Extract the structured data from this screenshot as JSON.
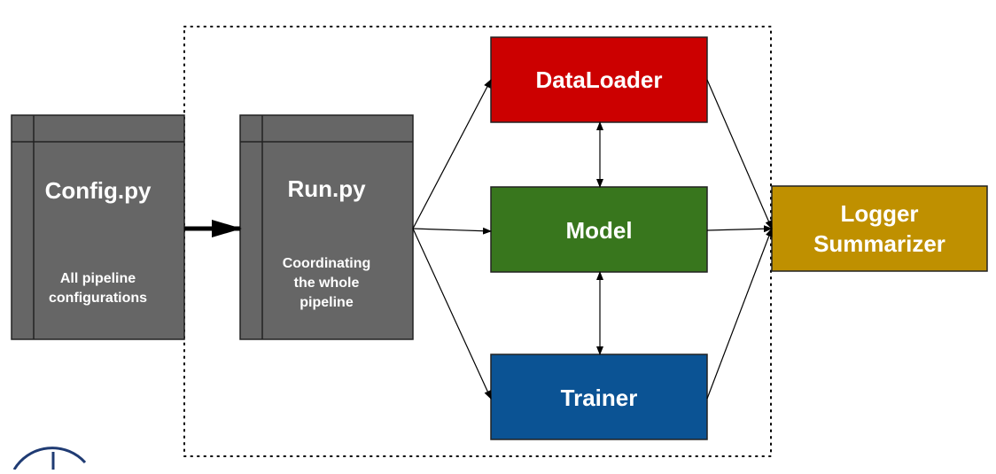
{
  "nodes": {
    "config": {
      "title": "Config.py",
      "subtitle": "All pipeline\nconfigurations"
    },
    "run": {
      "title": "Run.py",
      "subtitle": "Coordinating\nthe whole\npipeline"
    },
    "dataloader": {
      "title": "DataLoader"
    },
    "model": {
      "title": "Model"
    },
    "trainer": {
      "title": "Trainer"
    },
    "logger": {
      "title": "Logger\nSummarizer"
    }
  },
  "colors": {
    "doc_fill": "#666666",
    "doc_stroke": "#222222",
    "dataloader": "#cc0000",
    "model": "#38761d",
    "trainer": "#0b5394",
    "logger": "#bf9000",
    "line": "#000000"
  },
  "edges": [
    {
      "from": "config",
      "to": "run"
    },
    {
      "from": "run",
      "to": "dataloader"
    },
    {
      "from": "run",
      "to": "model"
    },
    {
      "from": "run",
      "to": "trainer"
    },
    {
      "from": "dataloader",
      "to": "model",
      "bidirectional": true
    },
    {
      "from": "model",
      "to": "trainer",
      "bidirectional": true
    },
    {
      "from": "dataloader",
      "to": "logger"
    },
    {
      "from": "model",
      "to": "logger"
    },
    {
      "from": "trainer",
      "to": "logger"
    }
  ]
}
